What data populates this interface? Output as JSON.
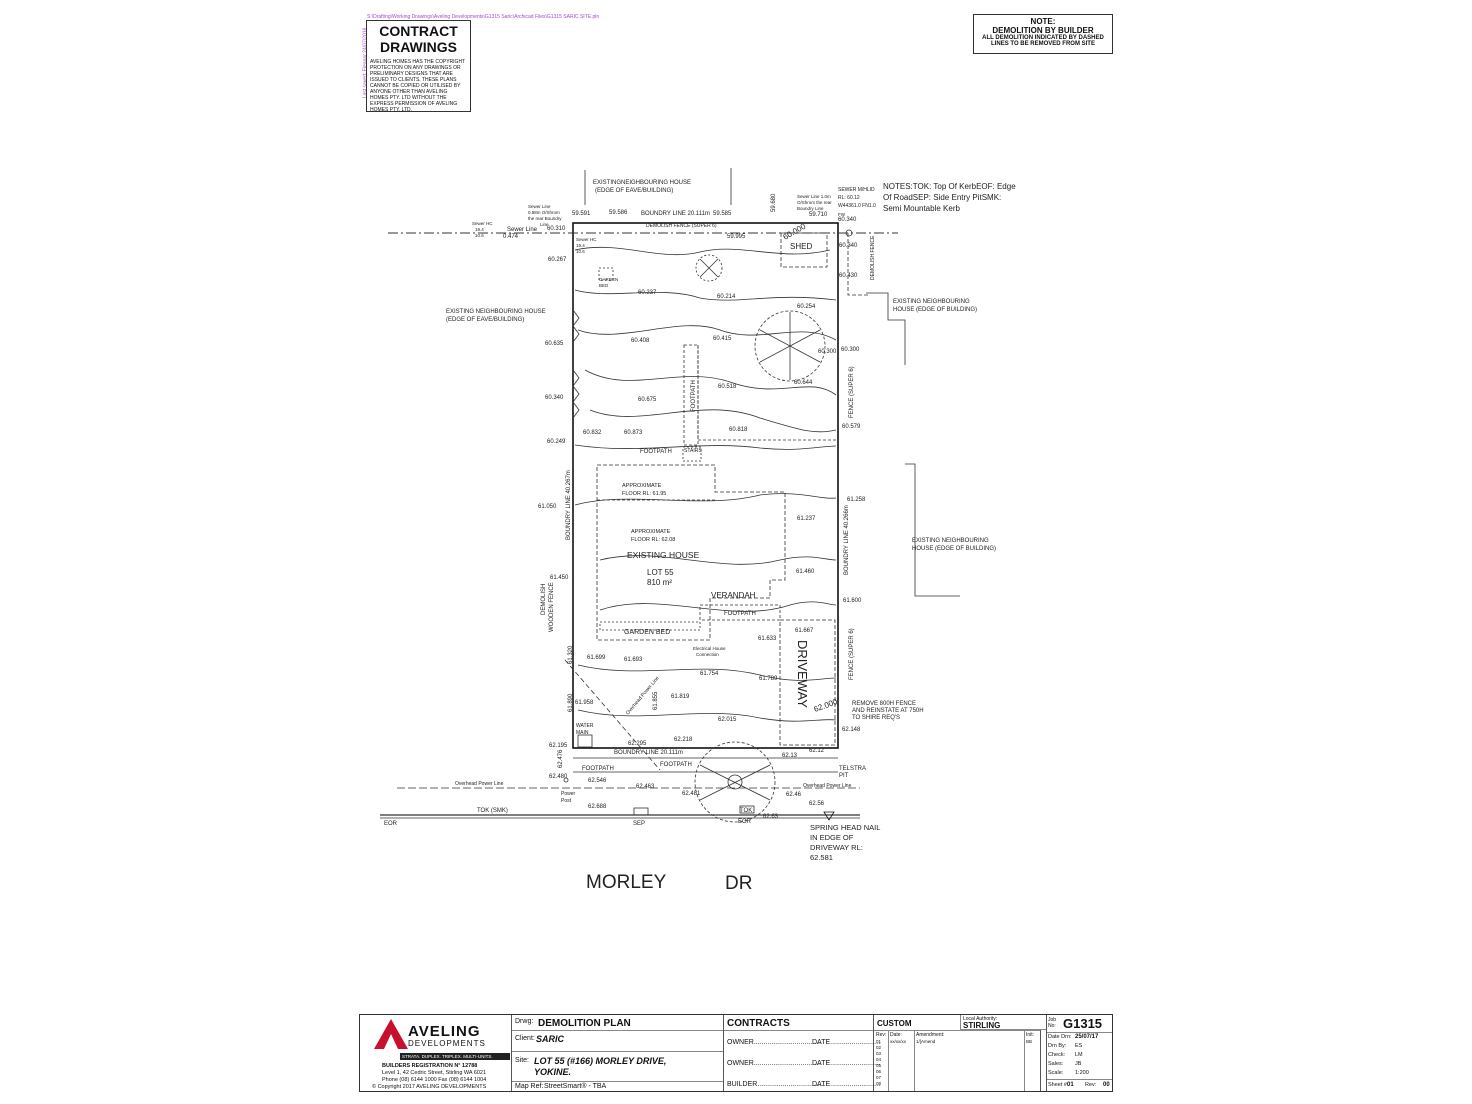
{
  "path_text": "S:\\Drafting\\Working Drawings\\Aveling Developments\\G1315 Saric\\Archicad Files\\G1315 SARIC SITE.pln",
  "last_saved_text": "Last saved: Eleanor 24/07/2018",
  "contract_box": {
    "title_line1": "CONTRACT",
    "title_line2": "DRAWINGS",
    "copyright_text": "AVELING HOMES HAS THE COPYRIGHT PROTECTION ON ANY DRAWINGS OR PRELIMINARY DESIGNS THAT ARE ISSUED TO CLIENTS. THESE PLANS CANNOT BE COPIED OR UTILISED BY ANYONE OTHER THAN AVELING HOMES PTY. LTD WITHOUT THE EXPRESS PERMISSION OF AVELING HOMES PTY. LTD."
  },
  "note_box": {
    "title": "NOTE:",
    "line1": "DEMOLITION BY BUILDER",
    "line2": "ALL DEMOLITION INDICATED BY DASHED",
    "line3": "LINES TO BE REMOVED FROM SITE"
  },
  "notes_text": {
    "line1": "NOTES:TOK: Top Of KerbEOF: Edge",
    "line2": "Of RoadSEP: Side Entry PitSMK:",
    "line3": "Semi Mountable Kerb"
  },
  "plan": {
    "neighbour_top": [
      "EXISTINGNEIGHBOURING HOUSE",
      "(EDGE OF EAVE/BUILDING)"
    ],
    "neighbour_left": [
      "EXISTING NEIGHBOURING HOUSE",
      "(EDGE OF EAVE/BUILDING)"
    ],
    "neighbour_right_top": [
      "EXISTING NEIGHBOURING",
      "HOUSE (EDGE OF BUILDING)"
    ],
    "neighbour_right_mid": [
      "EXISTING NEIGHBOURING",
      "HOUSE (EDGE OF BUILDING)"
    ],
    "boundary_top": "BOUNDRY LINE 20.111m",
    "boundary_bottom": "BOUNDRY LINE 20.111m",
    "boundary_left": "BOUNDRY LINE 40.267m",
    "boundary_right": "BOUNDRY LINE 40.266m",
    "demolish_fence_top": "DEMOLISH FENCE (SUPER 6)",
    "fence_right_top": "FENCE (SUPER 6)",
    "fence_right_bottom": "FENCE (SUPER 6)",
    "demolish_fence_right": "DEMOLISH FENCE",
    "demolish_wooden_fence": [
      "DEMOLISH",
      "WOODEN FENCE"
    ],
    "sewer_line": "Sewer Line",
    "sewer_line_dist": "0.474",
    "sewer_hc_left": [
      "Sewer HC",
      "19.4",
      "10.6"
    ],
    "sewer_line_note_left": [
      "Sewer Line",
      "0.98m O/Shrom",
      "the rear Boundry",
      "Line"
    ],
    "sewer_hc_inner": [
      "Sewer HC",
      "19.4",
      "10.6"
    ],
    "sewer_line_note_right": [
      "Sewer Line 1.0m",
      "O/Shrom the rear",
      "Boundry Line",
      "FW"
    ],
    "sewer_mh": [
      "SEWER M/HLID",
      "RL: 60.12",
      "W44361.0 FN1.0"
    ],
    "shed": "SHED",
    "garden_bed_top": [
      "GARDEN",
      "BED"
    ],
    "footpath_vertical": "FOOTPATH",
    "footpath_mid": "FOOTPATH",
    "stairs": "STAIRS",
    "approx_rl1": [
      "APPROXIMATE",
      "FLOOR RL: 61.95"
    ],
    "approx_rl2": [
      "APPROXIMATE",
      "FLOOR RL: 62.08"
    ],
    "existing_house": "EXISTING HOUSE",
    "lot": "LOT 55",
    "area": "810 m²",
    "verandah": "VERANDAH",
    "footpath_verandah": "FOOTPATH",
    "garden_bed": "GARDEN BED",
    "electrical": [
      "Electrical House",
      "Connection"
    ],
    "overhead_diag": "Overhead Power Line",
    "driveway": "DRIVEWAY",
    "water_main": [
      "WATER",
      "MAIN"
    ],
    "remove_fence": [
      "REMOVE  800H  FENCE",
      "AND  REINSTATE AT 750H",
      "TO SHIRE REQ'S"
    ],
    "telstra": [
      "TELSTRA",
      "PIT"
    ],
    "footpath_front_left": "FOOTPATH",
    "footpath_front_mid": "FOOTPATH",
    "overhead_left": "Overhead Power Line",
    "overhead_right": "Overhead Power Line",
    "power_post": [
      "Power",
      "Post"
    ],
    "tok_smk": "TOK (SMK)",
    "tok": "TOK",
    "eor_left": "EOR",
    "eor_right": "EOR",
    "sep": "SEP",
    "spring_head": [
      "SPRING HEAD NAIL",
      "IN EDGE OF",
      "DRIVEWAY RL:",
      "62.581"
    ],
    "street_name": "MORLEY",
    "street_type": "DR",
    "levels": {
      "l59591": "59.591",
      "l59586": "59.586",
      "l59585": "59.585",
      "l59680": "59.680",
      "l59710": "59.710",
      "l59995": "59.995",
      "l60310": "60.310",
      "l60340a": "60.340",
      "l60340b": "60.340",
      "l60430": "60.430",
      "l60267": "60.267",
      "l60237": "60.237",
      "l60214": "60.214",
      "l60254": "60.254",
      "l60635": "60.635",
      "l60408": "60.408",
      "l60415": "60.415",
      "l60300a": "60.300",
      "l60300b": "60.300",
      "l60518": "60.518",
      "l60644": "60.644",
      "l60340c": "60.340",
      "l60675": "60.675",
      "l60579": "60.579",
      "l60832": "60.832",
      "l60873": "60.873",
      "l60818": "60.818",
      "l60249": "60.249",
      "l61050": "61.050",
      "l61258": "61.258",
      "l61237": "61.237",
      "l61450": "61.450",
      "l61460": "61.460",
      "l61600": "61.600",
      "l61667": "61.667",
      "l61633": "61.633",
      "l61320": "61.320",
      "l61699": "61.699",
      "l61693": "61.693",
      "l61754": "61.754",
      "l61789": "61.789",
      "l61819": "61.819",
      "l61855": "61.855",
      "l61890": "61.890",
      "l61958": "61.958",
      "l62015": "62.015",
      "l62000": "62.000",
      "l62148": "62.148",
      "l62195": "62.195",
      "l62295": "62.295",
      "l62218": "62.218",
      "l6213": "62.13",
      "l6212": "62.12",
      "l62476": "62.476",
      "l62480": "62.480",
      "l62546": "62.546",
      "l62463": "62.463",
      "l62481": "62.481",
      "l6246": "62.46",
      "l6256": "62.56",
      "l62688": "62.688",
      "l6263": "62.63",
      "l60000": "60.000"
    }
  },
  "title_block": {
    "company": "AVELING",
    "company_sub": "DEVELOPMENTS",
    "tagline": "STRATA. DUPLEX. TRIPLEX. MULTI-UNITS.",
    "reg": "BUILDERS REGISTRATION N° 12788",
    "address": "Level 1, 42 Cedric Street, Stirling WA 6021",
    "phone": "Phone (08) 6144 1000 Fax (08) 6144 1004",
    "copyright": "© Copyright 2017 AVELING DEVELOPMENTS",
    "drwg_label": "Drwg:",
    "drwg_value": "DEMOLITION PLAN",
    "client_label": "Client:",
    "client_value": "SARIC",
    "site_label": "Site:",
    "site_value1": "LOT 55 (#166) MORLEY DRIVE,",
    "site_value2": "YOKINE.",
    "mapref_label": "Map Ref:",
    "mapref_value": "StreetSmart® - TBA",
    "contracts": "CONTRACTS",
    "custom": "CUSTOM",
    "owner1": "OWNER...................................",
    "date1": "DATE..........................",
    "owner2": "OWNER...................................",
    "date2": "DATE..........................",
    "builder": "BUILDER...................................",
    "date3": "DATE..........................",
    "rev_label": "Rev:",
    "date_label": "Date:",
    "amend_label": "Amendment:",
    "init_label": "Init:",
    "rev_row_date": "xx/xx/xx",
    "rev_row_amend": "1/[Amend",
    "rev_row_init": "BB",
    "rev_numbers": [
      "01",
      "02",
      "03",
      "04",
      "05",
      "06",
      "07",
      "08"
    ],
    "local_auth_label": "Local Authority:",
    "local_auth_value": "STIRLING",
    "job_label": "Job No:",
    "job_value": "G1315",
    "date_drn_label": "Date Drn:",
    "date_drn_value": "25/07/17",
    "drn_by_label": "Drn By:",
    "drn_by_value": "ES",
    "check_label": "Check:",
    "check_value": "LM",
    "sales_label": "Sales:",
    "sales_value": "JB",
    "scale_label": "Scale:",
    "scale_value": "1:200",
    "sheet_label": "Sheet #:",
    "sheet_value": "01",
    "rev2_label": "Rev:",
    "rev2_value": "00"
  }
}
